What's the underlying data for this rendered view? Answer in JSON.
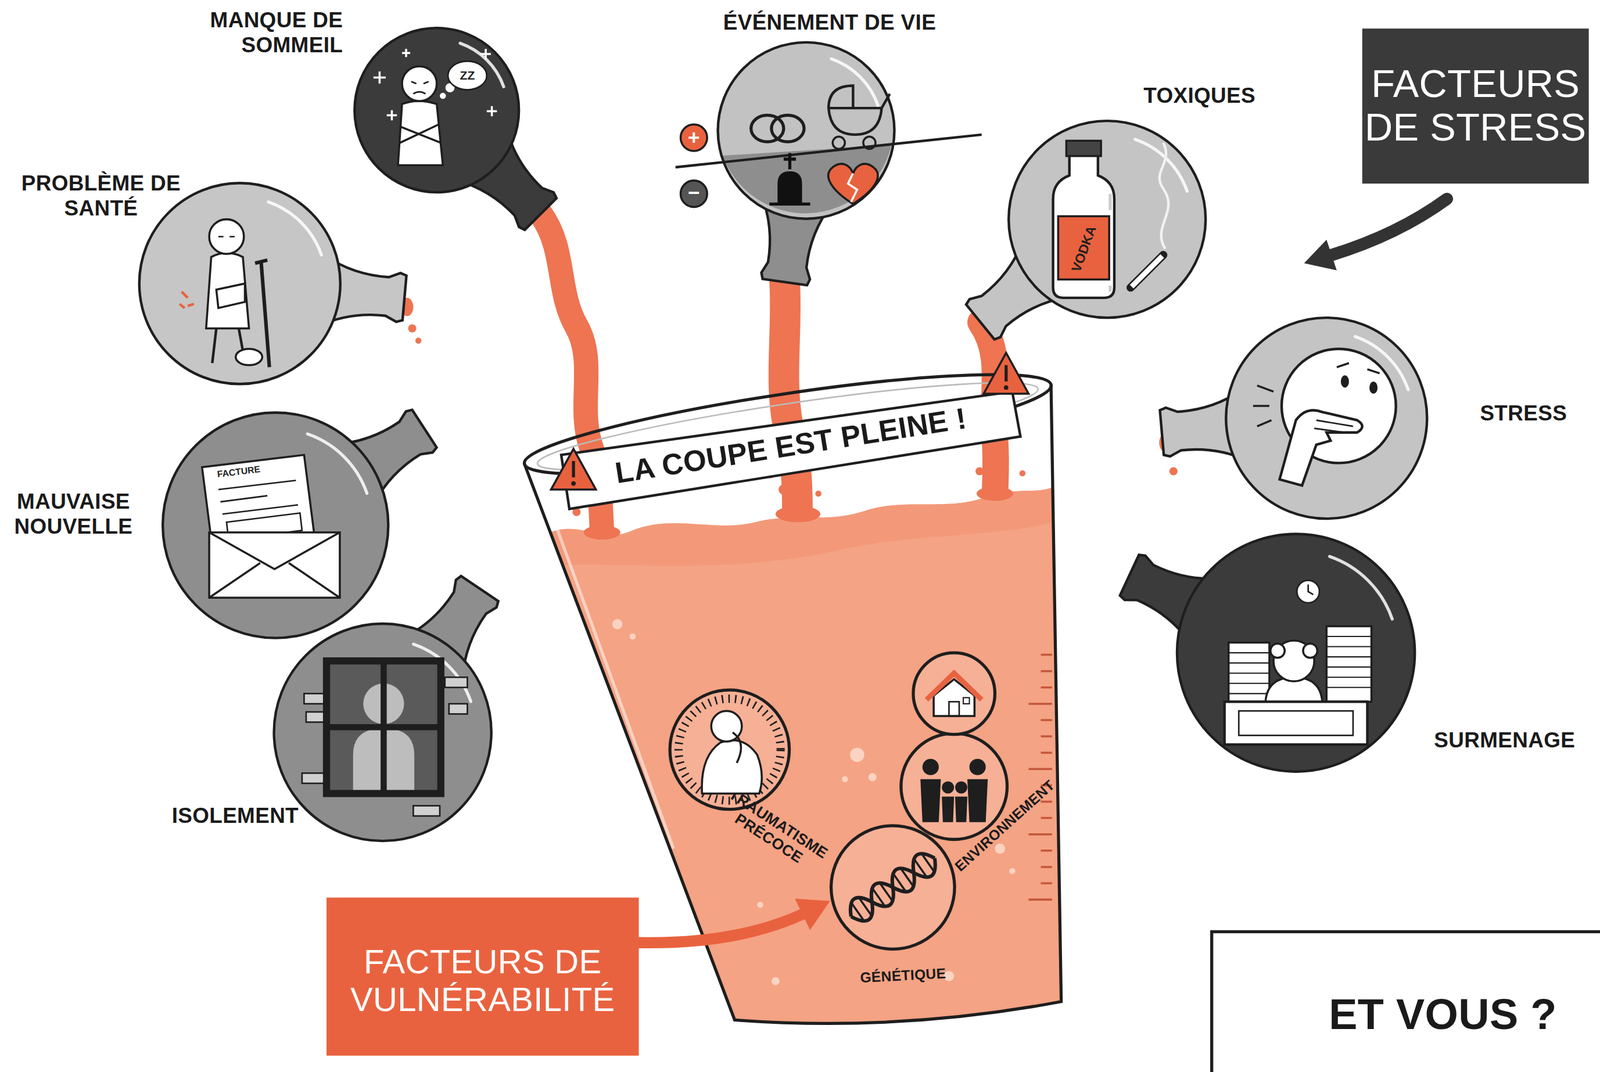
{
  "diagram": {
    "nodes": [
      {
        "text": [
          "MANQUE DE SOMMEIL"
        ]
      },
      {
        "text": [
          "ÉVÉNEMENT DE VIE"
        ]
      },
      {
        "text": [
          "TOXIQUES"
        ]
      },
      {
        "text": [
          "FACTEURS DE STRESS"
        ]
      },
      {
        "text": [
          "PROBLÈME DE SANTÉ"
        ]
      },
      {
        "text": [
          "STRESS"
        ]
      },
      {
        "text": [
          "LA COUPE EST PLEINE !"
        ]
      },
      {
        "text": [
          "MAUVAISE NOUVELLE"
        ]
      },
      {
        "text": [
          "SURMENAGE"
        ]
      },
      {
        "text": [
          "ISOLEMENT"
        ]
      },
      {
        "text": [
          "TRAUMATISME PRÉCOCE"
        ],
        "in": 6
      },
      {
        "text": [
          "ENVIRONNEMENT"
        ],
        "in": 6
      },
      {
        "text": [
          "GÉNÉTIQUE"
        ],
        "in": 6
      },
      {
        "text": [
          "FACTEURS DE VULNÉRABILITÉ"
        ]
      },
      {
        "text": [
          "ET VOUS ?"
        ]
      }
    ],
    "edges": [
      {
        "from": 13,
        "to": 12,
        "arrow": "to"
      }
    ],
    "labels": [
      "+",
      "−",
      "ZZ",
      "FACTURE",
      "VODKA"
    ]
  }
}
